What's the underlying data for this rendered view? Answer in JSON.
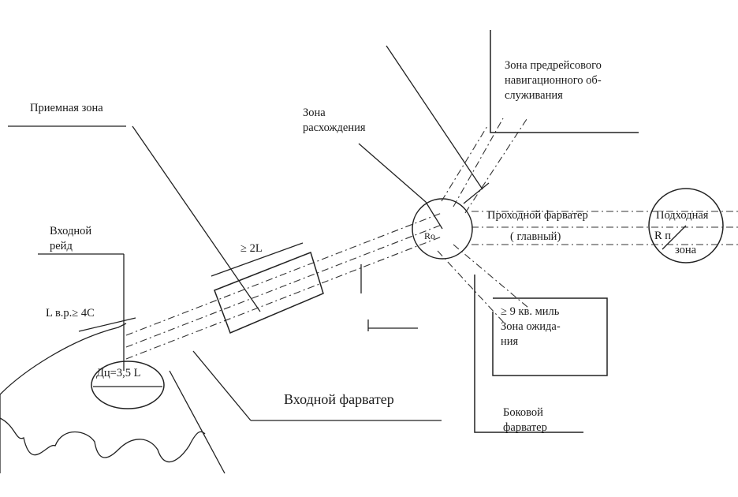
{
  "labels": {
    "receiving_zone": "Приемная зона",
    "divergence_zone": "Зона\nрасхождения",
    "pre_voyage_zone": "Зона предрейсового\nнавигационного об-\nслуживания",
    "entrance_roadstead": "Входной\nрейд",
    "min_width_2L": "≥ 2L",
    "ro": "Ro",
    "through_fairway": "Проходной фарватер",
    "main": "( главный)",
    "approach_zone_top": "Подходная",
    "r_p": "R п",
    "approach_zone_bottom": "зона",
    "roadstead_length": "L в.р.≥ 4С",
    "circle_diameter": "Дц=3,5 L",
    "waiting_zone": "≥ 9 кв. миль\nЗона ожида-\nния",
    "entrance_fairway": "Входной фарватер",
    "side_fairway": "Боковой\nфарватер"
  }
}
